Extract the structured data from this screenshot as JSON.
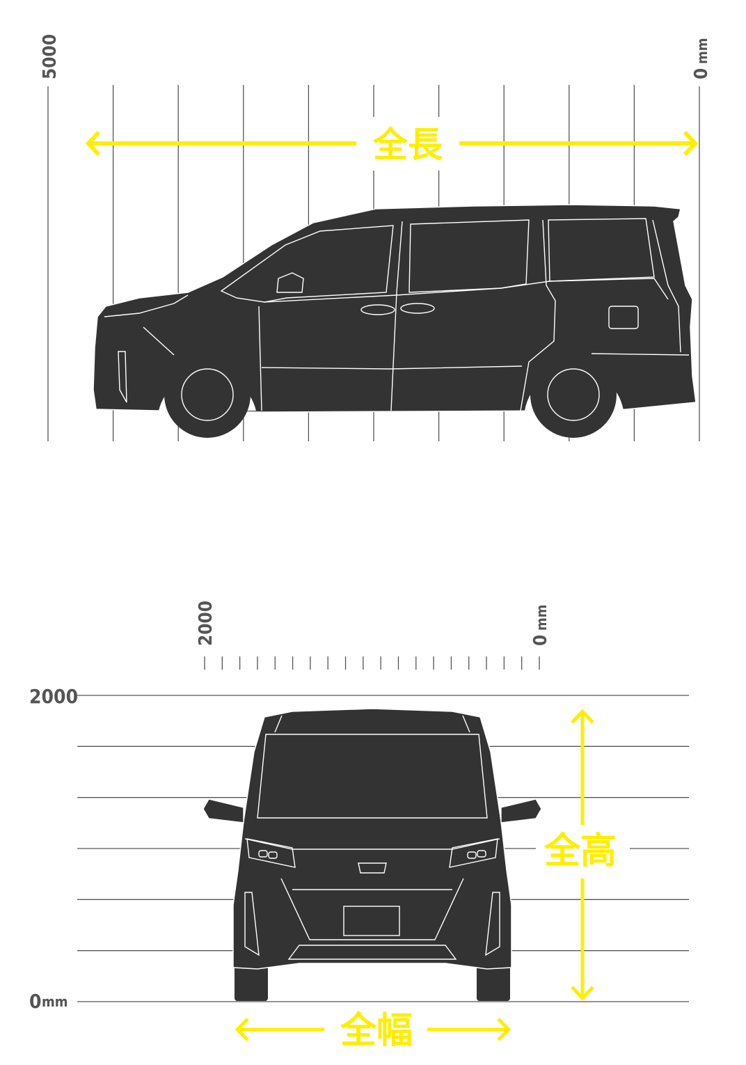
{
  "side_view": {
    "scale_max_label": "5000",
    "scale_zero_label": "0",
    "unit_label": "mm",
    "dimension_label": "全長",
    "gridline_count": 11
  },
  "front_view": {
    "width_scale_max_label": "2000",
    "width_scale_zero_label": "0",
    "width_unit_label": "mm",
    "width_tick_count": 20,
    "height_scale_max_label": "2000",
    "height_scale_zero_label": "0",
    "height_unit_label": "mm",
    "height_gridline_count": 7,
    "height_dimension_label": "全高",
    "width_dimension_label": "全幅"
  },
  "colors": {
    "accent": "#ffee00",
    "car": "#333333",
    "grid": "#555555"
  }
}
